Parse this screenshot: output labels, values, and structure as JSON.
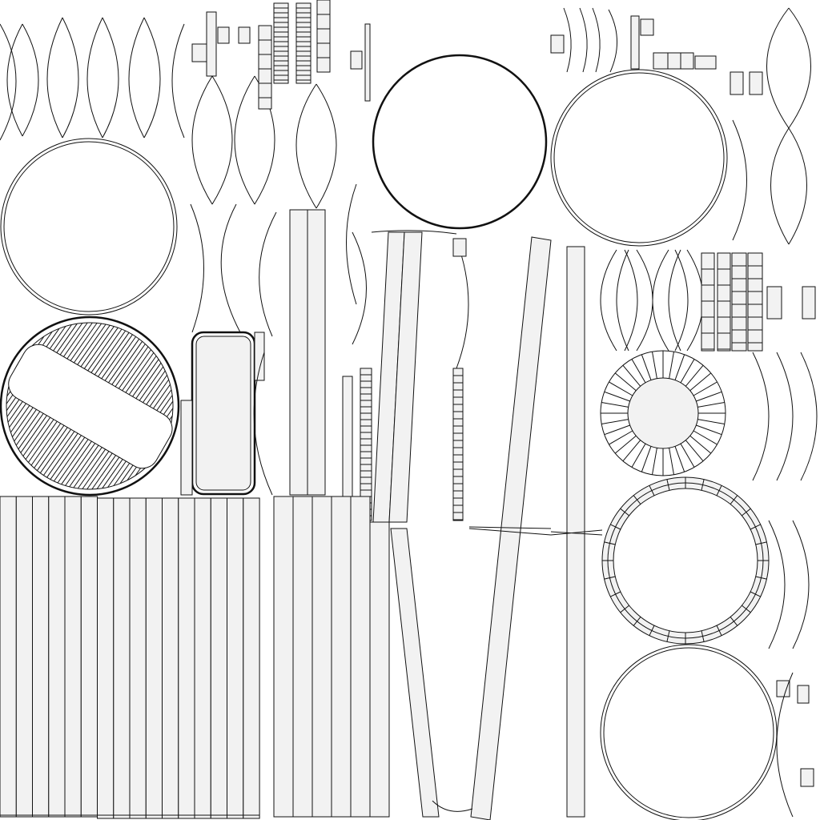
{
  "canvas": {
    "background": "#ffffff",
    "stroke_color": "#111111",
    "strip_fill": "#f2f2f2"
  },
  "islands": {
    "bottom_left_strip_columns": 16,
    "bottom_mid_strip_columns": 6,
    "hatched_disc_slats": 42,
    "radial_disc_segments": 36,
    "segmented_ring_segments": 28
  }
}
